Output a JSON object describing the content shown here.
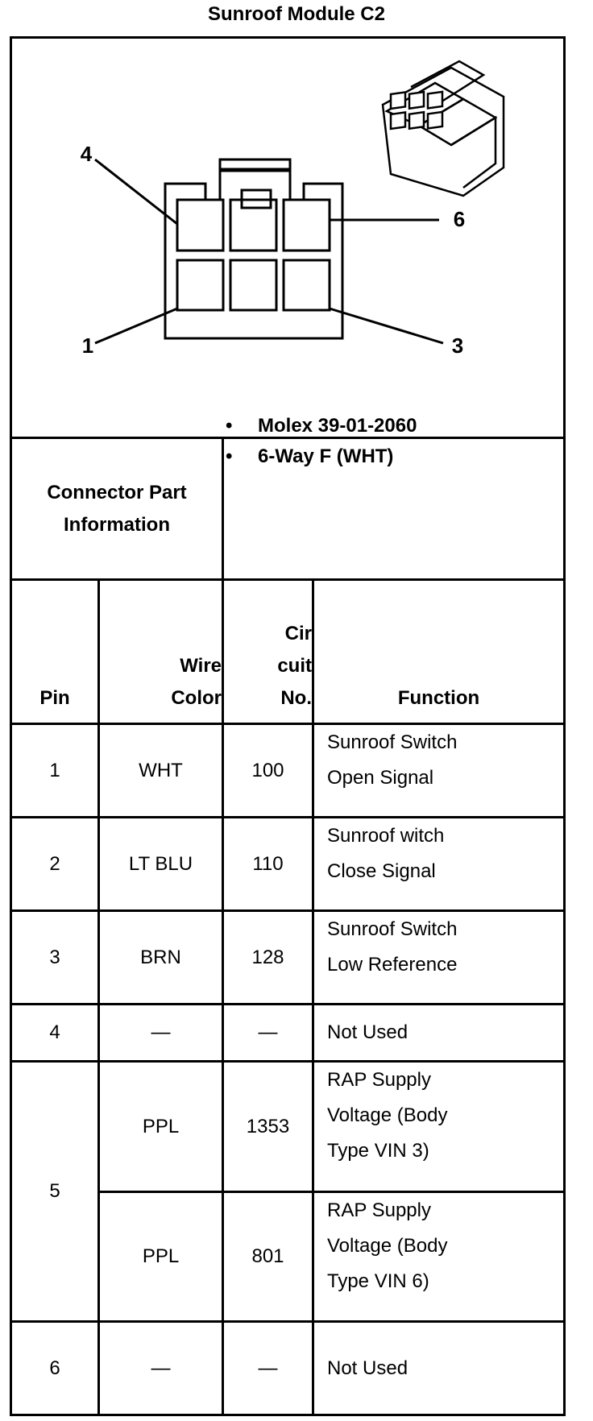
{
  "title": "Sunroof Module C2",
  "pin_labels": {
    "top_left": "4",
    "top_right": "6",
    "bottom_left": "1",
    "bottom_right": "3"
  },
  "connector_info": {
    "label_line1": "Connector Part",
    "label_line2": "Information",
    "items": [
      "Molex 39-01-2060",
      "6-Way F (WHT)"
    ]
  },
  "table": {
    "headers": {
      "pin": "Pin",
      "wire_color_1": "Wire",
      "wire_color_2": "Color",
      "circuit_1": "Cir",
      "circuit_2": "cuit",
      "circuit_3": "No.",
      "function": "Function"
    },
    "rows": [
      {
        "pin": "1",
        "color": "WHT",
        "circuit": "100",
        "function_lines": [
          "Sunroof Switch",
          "Open Signal"
        ]
      },
      {
        "pin": "2",
        "color": "LT BLU",
        "circuit": "110",
        "function_lines": [
          "Sunroof witch",
          "Close Signal"
        ]
      },
      {
        "pin": "3",
        "color": "BRN",
        "circuit": "128",
        "function_lines": [
          "Sunroof Switch",
          "Low Reference"
        ]
      },
      {
        "pin": "4",
        "color": "—",
        "circuit": "—",
        "function_lines": [
          "Not Used"
        ]
      },
      {
        "pin": "5",
        "color": "PPL",
        "circuit": "1353",
        "function_lines": [
          "RAP Supply",
          "Voltage (Body",
          "Type VIN 3)"
        ]
      },
      {
        "pin": "",
        "color": "PPL",
        "circuit": "801",
        "function_lines": [
          "RAP Supply",
          "Voltage (Body",
          "Type VIN 6)"
        ]
      },
      {
        "pin": "6",
        "color": "—",
        "circuit": "—",
        "function_lines": [
          "Not Used"
        ]
      }
    ]
  }
}
